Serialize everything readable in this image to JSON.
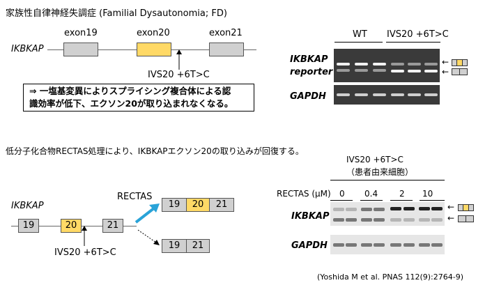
{
  "top": {
    "title": "家族性自律神経失調症 (Familial Dysautonomia; FD)",
    "gene_label": "IKBKAP",
    "exons": [
      "exon19",
      "exon20",
      "exon21"
    ],
    "mutation_label": "IVS20 +6T>C",
    "note_line1": "⇒ 一塩基変異によりスプライシング複合体による認",
    "note_line2": "識効率が低下、エクソン20が取り込まれなくなる。"
  },
  "top_gel": {
    "group1": "WT",
    "group2": "IVS20 +6T>C",
    "row1_label_a": "IKBKAP",
    "row1_label_b": "reporter",
    "row2_label": "GAPDH"
  },
  "bottom": {
    "statement": "低分子化合物RECTAS処理により、IKBKAPエクソン20の取り込みが回復する。",
    "gene_label": "IKBKAP",
    "exons": [
      "19",
      "20",
      "21"
    ],
    "mutation_label": "IVS20 +6T>C",
    "drug_label": "RECTAS",
    "included_exons": [
      "19",
      "20",
      "21"
    ],
    "skipped_exons": [
      "19",
      "21"
    ]
  },
  "bottom_gel": {
    "header_line1": "IVS20 +6T>C",
    "header_line2": "（患者由来細胞）",
    "conc_label": "RECTAS (μM)",
    "concentrations": [
      "0",
      "0.4",
      "2",
      "10"
    ],
    "row1_label": "IKBKAP",
    "row2_label": "GAPDH"
  },
  "citation": "(Yoshida M et al. PNAS 112(9):2764-9)",
  "colors": {
    "exon_included": "#ffd966",
    "exon_default": "#d0d0d0",
    "arrow_rectas": "#29a3d8"
  }
}
